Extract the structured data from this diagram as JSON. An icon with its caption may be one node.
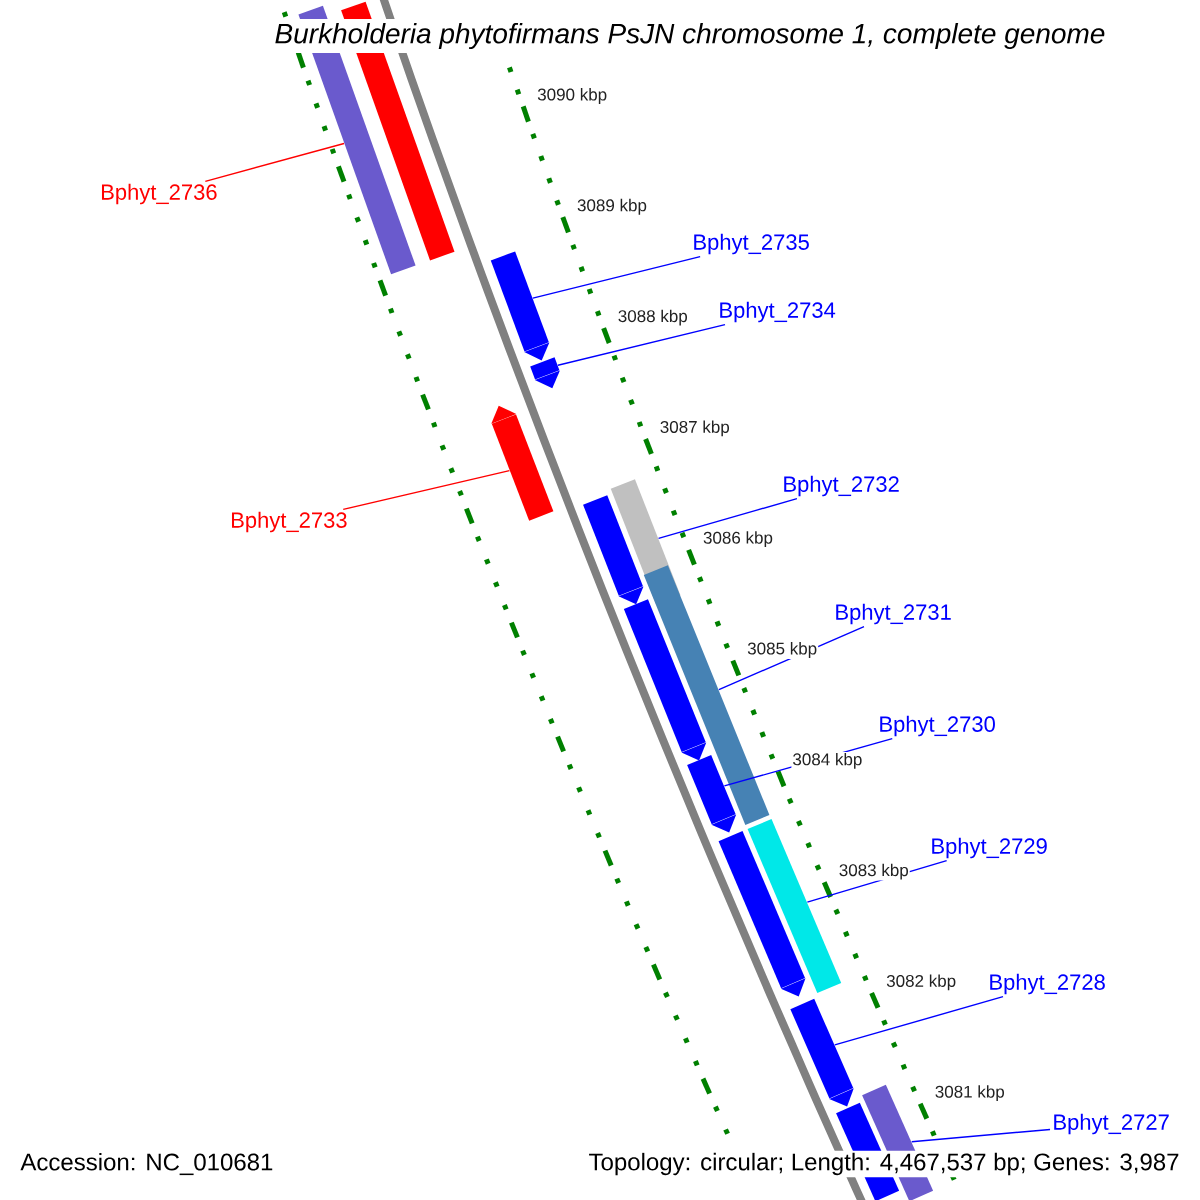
{
  "diagram": {
    "title": "Burkholderia phytofirmans PsJN chromosome 1, complete genome",
    "nodes": [
      {
        "text": [
          "Bphyt_2736"
        ]
      },
      {
        "text": [],
        "shape": "bar"
      },
      {
        "text": [],
        "shape": "bar"
      },
      {
        "text": [
          "Bphyt_2735"
        ]
      },
      {
        "text": [],
        "shape": "bar"
      },
      {
        "text": [
          "Bphyt_2734"
        ]
      },
      {
        "text": [],
        "shape": "bar"
      },
      {
        "text": [
          "Bphyt_2733"
        ]
      },
      {
        "text": [],
        "shape": "bar"
      },
      {
        "text": [
          "Bphyt_2732"
        ]
      },
      {
        "text": [],
        "shape": "bar"
      },
      {
        "text": [],
        "shape": "bar"
      },
      {
        "text": [
          "Bphyt_2731"
        ]
      },
      {
        "text": [],
        "shape": "bar"
      },
      {
        "text": [],
        "shape": "bar"
      },
      {
        "text": [
          "Bphyt_2730"
        ]
      },
      {
        "text": [],
        "shape": "bar"
      },
      {
        "text": [
          "Bphyt_2729"
        ]
      },
      {
        "text": [],
        "shape": "bar"
      },
      {
        "text": [],
        "shape": "bar"
      },
      {
        "text": [
          "Bphyt_2728"
        ]
      },
      {
        "text": [],
        "shape": "bar"
      },
      {
        "text": [
          "Bphyt_2727"
        ]
      },
      {
        "text": [],
        "shape": "bar"
      },
      {
        "text": [],
        "shape": "bar"
      }
    ],
    "edges": [
      {
        "from": 0,
        "to": 1,
        "arrow": "none",
        "color": "#ff0000"
      },
      {
        "from": 3,
        "to": 4,
        "arrow": "none"
      },
      {
        "from": 5,
        "to": 6,
        "arrow": "none"
      },
      {
        "from": 7,
        "to": 8,
        "arrow": "none",
        "color": "#ff0000"
      },
      {
        "from": 9,
        "to": 11,
        "arrow": "none"
      },
      {
        "from": 12,
        "to": 13,
        "arrow": "none"
      },
      {
        "from": 15,
        "to": 16,
        "arrow": "none"
      },
      {
        "from": 17,
        "to": 18,
        "arrow": "none"
      },
      {
        "from": 20,
        "to": 21,
        "arrow": "none"
      },
      {
        "from": 22,
        "to": 24,
        "arrow": "none"
      }
    ],
    "labels": [
      "3090 kbp",
      "3089 kbp",
      "3088 kbp",
      "3087 kbp",
      "3086 kbp",
      "3085 kbp",
      "3084 kbp",
      "3083 kbp",
      "3082 kbp",
      "3081 kbp",
      "Accession: NC_010681",
      "Topology: circular; Length: 4,467,537 bp; Genes: 3,987"
    ]
  }
}
